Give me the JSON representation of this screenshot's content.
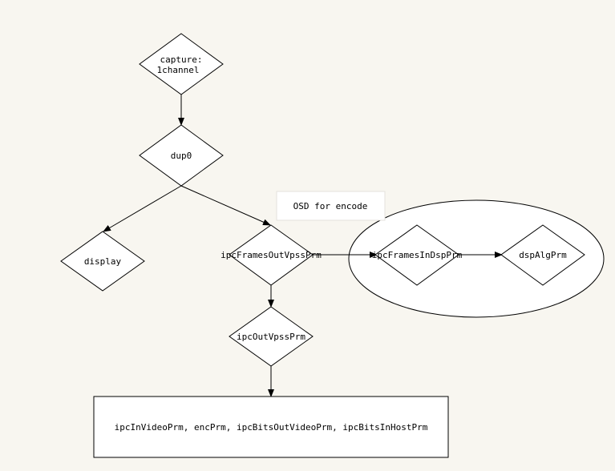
{
  "diagram": {
    "nodes": {
      "capture": {
        "line1": "capture:",
        "line2": "1channel"
      },
      "dup0": {
        "label": "dup0"
      },
      "display": {
        "label": "display"
      },
      "ipcFramesOutVpssPrm": {
        "label": "ipcFramesOutVpssPrm"
      },
      "ipcFramesInDspPrm": {
        "label": "ipcFramesInDspPrm"
      },
      "dspAlgPrm": {
        "label": "dspAlgPrm"
      },
      "ipcOutVpssPrm": {
        "label": "ipcOutVpssPrm"
      },
      "encodeChain": {
        "label": "ipcInVideoPrm, encPrm, ipcBitsOutVideoPrm, ipcBitsInHostPrm"
      }
    },
    "note": {
      "label": "OSD for encode"
    }
  }
}
